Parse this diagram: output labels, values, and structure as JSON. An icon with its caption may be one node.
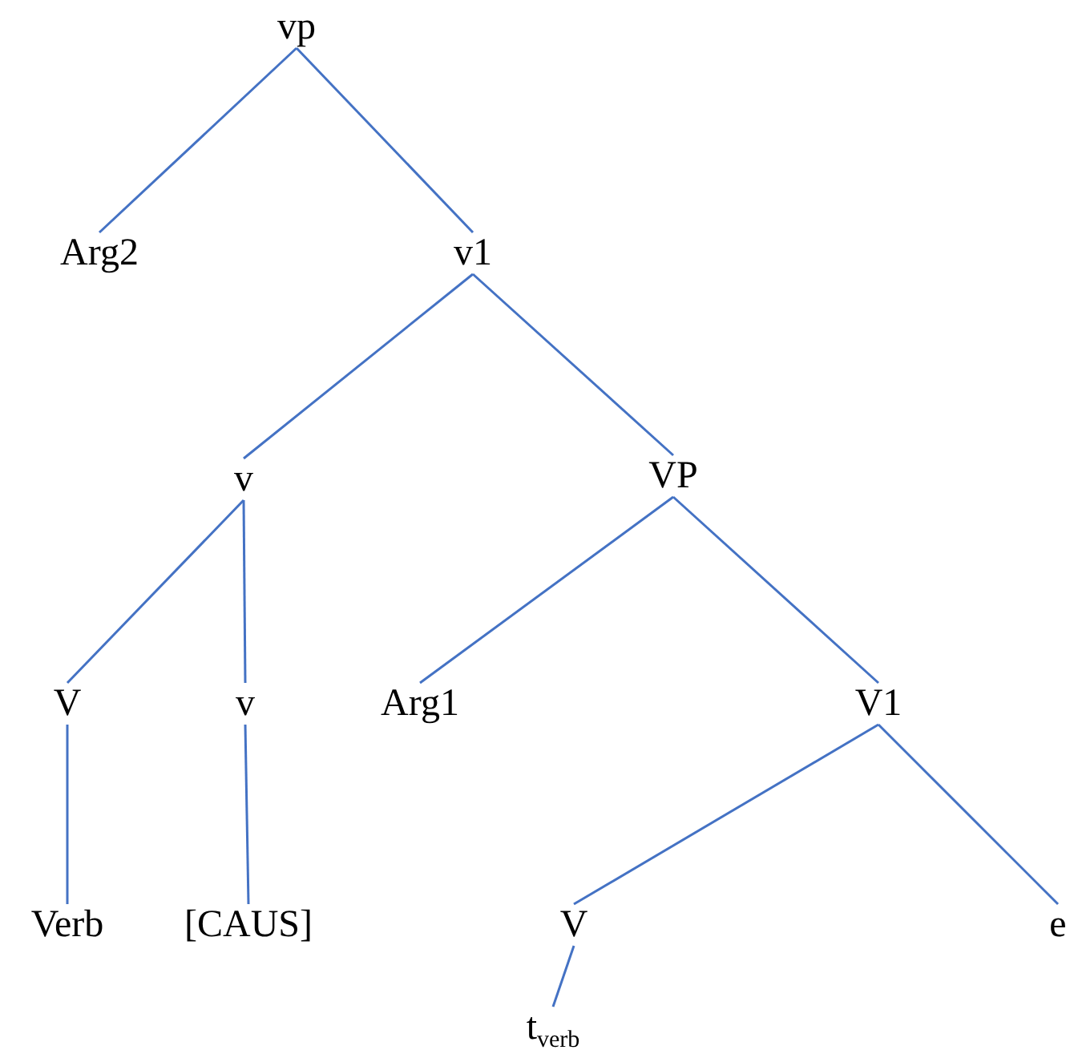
{
  "diagram": {
    "nodes": [
      {
        "text": [
          "vp"
        ]
      },
      {
        "text": [
          "Arg2"
        ]
      },
      {
        "text": [
          "v1"
        ]
      },
      {
        "text": [
          "v"
        ]
      },
      {
        "text": [
          "VP"
        ]
      },
      {
        "text": [
          "V"
        ]
      },
      {
        "text": [
          "v"
        ]
      },
      {
        "text": [
          "Arg1"
        ]
      },
      {
        "text": [
          "V1"
        ]
      },
      {
        "text": [
          "Verb"
        ]
      },
      {
        "text": [
          "[CAUS]"
        ]
      },
      {
        "text": [
          "V"
        ]
      },
      {
        "text": [
          "e"
        ]
      },
      {
        "text": [
          "t$_{verb}$"
        ]
      }
    ],
    "edges": [
      {
        "from": 0,
        "to": 1,
        "arrow": "none"
      },
      {
        "from": 0,
        "to": 2,
        "arrow": "none"
      },
      {
        "from": 2,
        "to": 3,
        "arrow": "none"
      },
      {
        "from": 2,
        "to": 4,
        "arrow": "none"
      },
      {
        "from": 3,
        "to": 5,
        "arrow": "none"
      },
      {
        "from": 3,
        "to": 6,
        "arrow": "none"
      },
      {
        "from": 4,
        "to": 7,
        "arrow": "none"
      },
      {
        "from": 4,
        "to": 8,
        "arrow": "none"
      },
      {
        "from": 5,
        "to": 9,
        "arrow": "none"
      },
      {
        "from": 6,
        "to": 10,
        "arrow": "none"
      },
      {
        "from": 8,
        "to": 11,
        "arrow": "none"
      },
      {
        "from": 8,
        "to": 12,
        "arrow": "none"
      },
      {
        "from": 11,
        "to": 13,
        "arrow": "none"
      }
    ]
  }
}
